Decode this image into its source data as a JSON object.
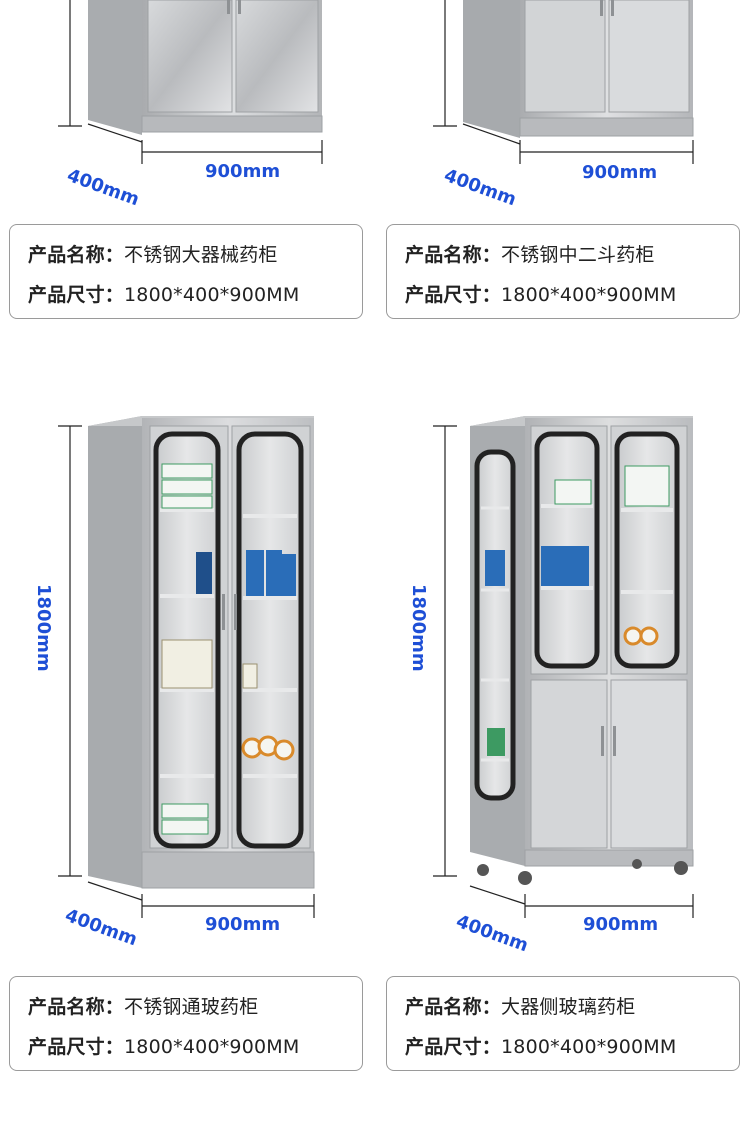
{
  "products": [
    {
      "name_label": "产品名称：",
      "name": "不锈钢大器械药柜",
      "size_label": "产品尺寸：",
      "size": "1800*400*900MM",
      "depth": "400mm",
      "width": "900mm"
    },
    {
      "name_label": "产品名称：",
      "name": "不锈钢中二斗药柜",
      "size_label": "产品尺寸：",
      "size": "1800*400*900MM",
      "depth": "400mm",
      "width": "900mm"
    },
    {
      "name_label": "产品名称：",
      "name": "不锈钢通玻药柜",
      "size_label": "产品尺寸：",
      "size": "1800*400*900MM",
      "depth": "400mm",
      "width": "900mm",
      "height": "1800mm"
    },
    {
      "name_label": "产品名称：",
      "name": "大器侧玻璃药柜",
      "size_label": "产品尺寸：",
      "size": "1800*400*900MM",
      "depth": "400mm",
      "width": "900mm",
      "height": "1800mm"
    }
  ],
  "colors": {
    "dimension_text": "#1e4fd6",
    "border": "#9a9a9a",
    "steel": "#c9cbcd"
  }
}
